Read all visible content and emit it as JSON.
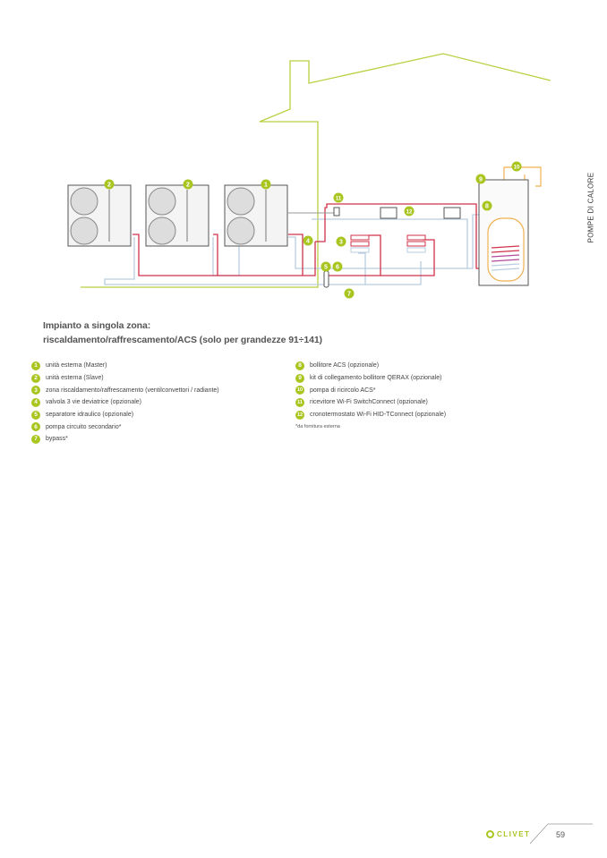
{
  "side_label": "POMPE DI CALORE",
  "title_line1": "Impianto a singola zona:",
  "title_line2": "riscaldamento/raffrescamento/ACS (solo per grandezze 91÷141)",
  "diagram_badges": [
    "1",
    "2",
    "2",
    "3",
    "4",
    "5",
    "6",
    "7",
    "8",
    "9",
    "10",
    "11",
    "12"
  ],
  "legend_left": [
    {
      "num": "1",
      "text": "unità esterna (Master)"
    },
    {
      "num": "2",
      "text": "unità esterna (Slave)"
    },
    {
      "num": "3",
      "text": "zona riscaldamento/raffrescamento (ventilconvettori / radiante)"
    },
    {
      "num": "4",
      "text": "valvola 3 vie deviatrice (opzionale)"
    },
    {
      "num": "5",
      "text": "separatore idraulico (opzionale)"
    },
    {
      "num": "6",
      "text": "pompa circuito secondario*"
    },
    {
      "num": "7",
      "text": "bypass*"
    }
  ],
  "legend_right": [
    {
      "num": "8",
      "text": "bollitore ACS (opzionale)"
    },
    {
      "num": "9",
      "text": "kit di collegamento bollitore QERAX (opzionale)"
    },
    {
      "num": "10",
      "text": "pompa di ricircolo ACS*"
    },
    {
      "num": "11",
      "text": "ricevitore Wi-Fi SwitchConnect (opzionale)"
    },
    {
      "num": "12",
      "text": "cronotermostato Wi-Fi HID-TConnect (opzionale)"
    }
  ],
  "footnote": "*da fornitura esterna",
  "footer": {
    "brand": "CLIVET",
    "page": "59"
  },
  "colors": {
    "accent": "#a8c520",
    "hot": "#d0324a",
    "cold": "#b8cde0",
    "dhw": "#f0b050"
  }
}
